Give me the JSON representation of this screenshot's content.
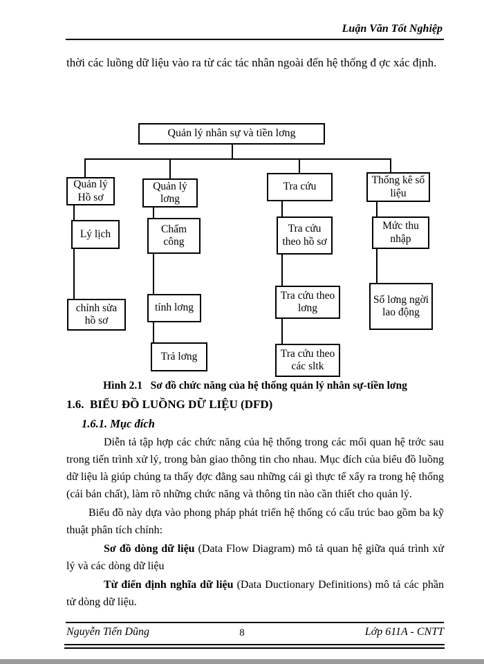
{
  "page_header": {
    "title": "Luận Văn Tốt Nghiệp"
  },
  "intro_paragraph": "thời các luồng dữ liệu vào ra từ các tác nhân ngoài đến hệ thống đ ợc xác định.",
  "diagram": {
    "root": "Quản lý nhân sự và tiền lơng",
    "branches": [
      {
        "label": "Quản lý Hồ sơ",
        "children": [
          "Lý lịch",
          "chỉnh sửa hồ sơ"
        ]
      },
      {
        "label": "Quản lý lơng",
        "children": [
          "Chấm công",
          "tính lơng",
          "Trả lơng"
        ]
      },
      {
        "label": "Tra cứu",
        "children": [
          "Tra cứu theo hồ sơ",
          "Tra cứu theo lơng",
          "Tra cứu theo các sltk"
        ]
      },
      {
        "label": "Thống kê số liệu",
        "children": [
          "Mức thu nhập",
          "Số lơng ngời  lao động"
        ]
      }
    ],
    "caption": "Hình 2.1   Sơ đồ chức năng của hệ thống quản lý nhân sự-tiền lơng"
  },
  "section": {
    "heading": "1.6.  BIỂU ĐỒ LUỒNG DỮ LIỆU (DFD)",
    "subheading": "1.6.1. Mục đích",
    "paragraph1": "Diễn tả tập hợp các chức năng của hệ thống trong các mối quan hệ trớc sau trong tiến trình xử lý, trong bàn giao thông tin cho nhau. Mục đích của biểu đồ luồng dữ liệu là giúp chúng ta thấy đợc  đằng sau những cái gì thực tế xẩy ra trong hệ thống (cái bản chất), làm rõ những chức năng và thông tin nào  cần thiết cho quản lý.",
    "paragraph2": "Biểu đồ này dựa vào phong  pháp phát triển hệ thống có cấu trúc bao gồm ba kỹ thuật phân tích chính:",
    "item1_bold": "Sơ đồ dòng dữ liệu",
    "item1_rest": " (Data Flow Diagram) mô tả quan hệ giữa quá trình xử lý và các dòng dữ liệu",
    "item2_bold": "Từ điển  định nghĩa dữ liệu",
    "item2_rest": " (Data Ductionary Definitions) mô tả các phần tử dòng dữ liệu."
  },
  "footer": {
    "author": "Nguyễn Tiến Dũng",
    "page_number": "8",
    "class_label": "Lớp 611A - CNTT"
  }
}
